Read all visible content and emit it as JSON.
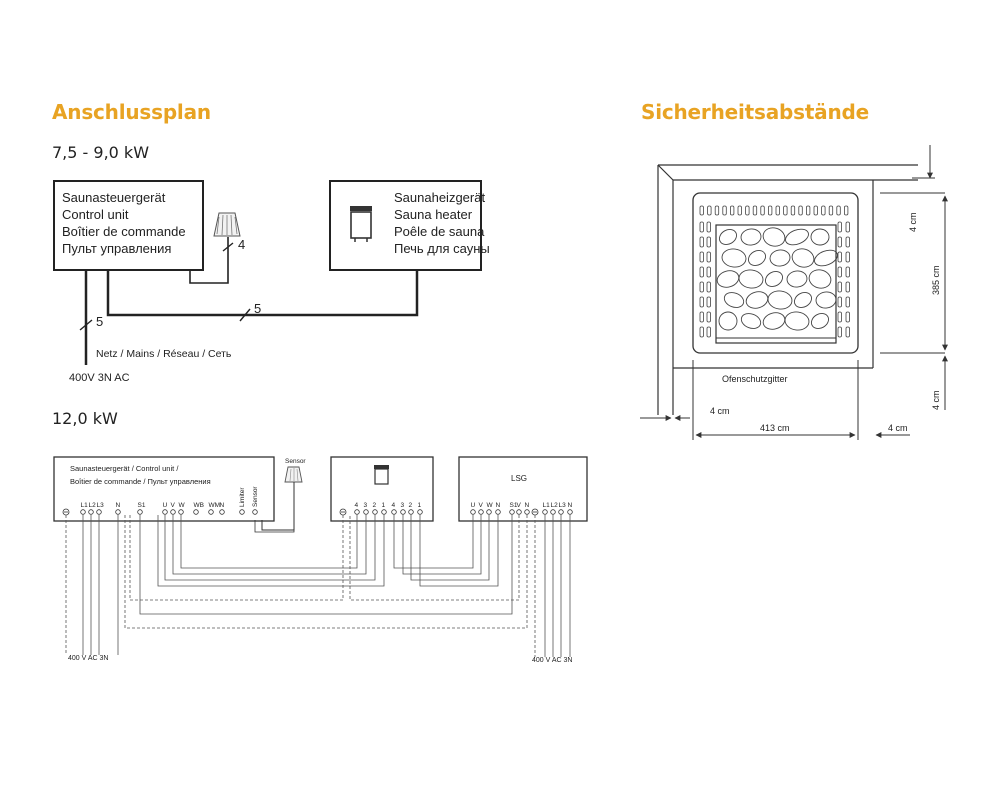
{
  "left_title": "Anschlussplan",
  "right_title": "Sicherheitsabstände",
  "small": {
    "power_label": "7,5 - 9,0 kW",
    "control_unit": [
      "Saunasteuergerät",
      "Control unit",
      "Boîtier de commande",
      "Пульт управления"
    ],
    "heater": [
      "Saunaheizgerät",
      "Sauna heater",
      "Poêle de sauna",
      "Печь для сауны"
    ],
    "sensor_wire_count": "4",
    "heater_wire_count": "5",
    "mains_wire_count": "5",
    "mains_label": "Netz / Mains / Réseau / Сеть",
    "voltage": "400V 3N AC"
  },
  "large": {
    "power_label": "12,0 kW",
    "control_unit_line1": "Saunasteuergerät / Control unit /",
    "control_unit_line2": "Boîtier de commande / Пульт управления",
    "sensor_label": "Sensor",
    "lsg_label": "LSG",
    "cu_terminals": [
      "L1",
      "L2",
      "L3",
      "N",
      "S1",
      "U",
      "V",
      "W",
      "WB",
      "WM",
      "N"
    ],
    "cu_side_terminals": [
      "Limiter",
      "Sensor"
    ],
    "heater_terminals": [
      "4",
      "3",
      "2",
      "1"
    ],
    "lsg_left_terminals": [
      "4",
      "3",
      "2",
      "1"
    ],
    "lsg_right_terminals": [
      "U",
      "V",
      "W",
      "N",
      "S1",
      "V",
      "N",
      "L1",
      "L2",
      "L3",
      "N"
    ],
    "voltage_left": "400 V AC 3N",
    "voltage_right": "400 V AC 3N"
  },
  "safety": {
    "top_gap": "4 cm",
    "height": "385 cm",
    "bottom_gap": "4 cm",
    "left_gap": "4 cm",
    "width": "413 cm",
    "right_gap": "4 cm",
    "guard_label": "Ofenschutzgitter"
  }
}
